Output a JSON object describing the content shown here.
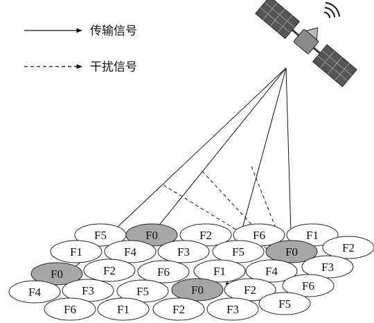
{
  "legend": {
    "transmit_label": "传输信号",
    "interference_label": "干扰信号"
  },
  "icons": {
    "satellite": "satellite-icon"
  },
  "colors": {
    "line": "#111111",
    "cell_fill": "#ffffff",
    "highlight_fill": "#a7a7a7"
  },
  "cells": [
    {
      "label": "F5"
    },
    {
      "label": "F0",
      "highlight": true
    },
    {
      "label": "F2"
    },
    {
      "label": "F6"
    },
    {
      "label": "F1"
    },
    {
      "label": "F1"
    },
    {
      "label": "F4"
    },
    {
      "label": "F3"
    },
    {
      "label": "F5"
    },
    {
      "label": "F0",
      "highlight": true
    },
    {
      "label": "F2"
    },
    {
      "label": "F0",
      "highlight": true
    },
    {
      "label": "F2"
    },
    {
      "label": "F6"
    },
    {
      "label": "F1"
    },
    {
      "label": "F4"
    },
    {
      "label": "F3"
    },
    {
      "label": "F4"
    },
    {
      "label": "F3"
    },
    {
      "label": "F5"
    },
    {
      "label": "F0",
      "highlight": true
    },
    {
      "label": "F2"
    },
    {
      "label": "F6"
    },
    {
      "label": "F6"
    },
    {
      "label": "F1"
    },
    {
      "label": "F2"
    },
    {
      "label": "F3"
    },
    {
      "label": "F5"
    }
  ]
}
